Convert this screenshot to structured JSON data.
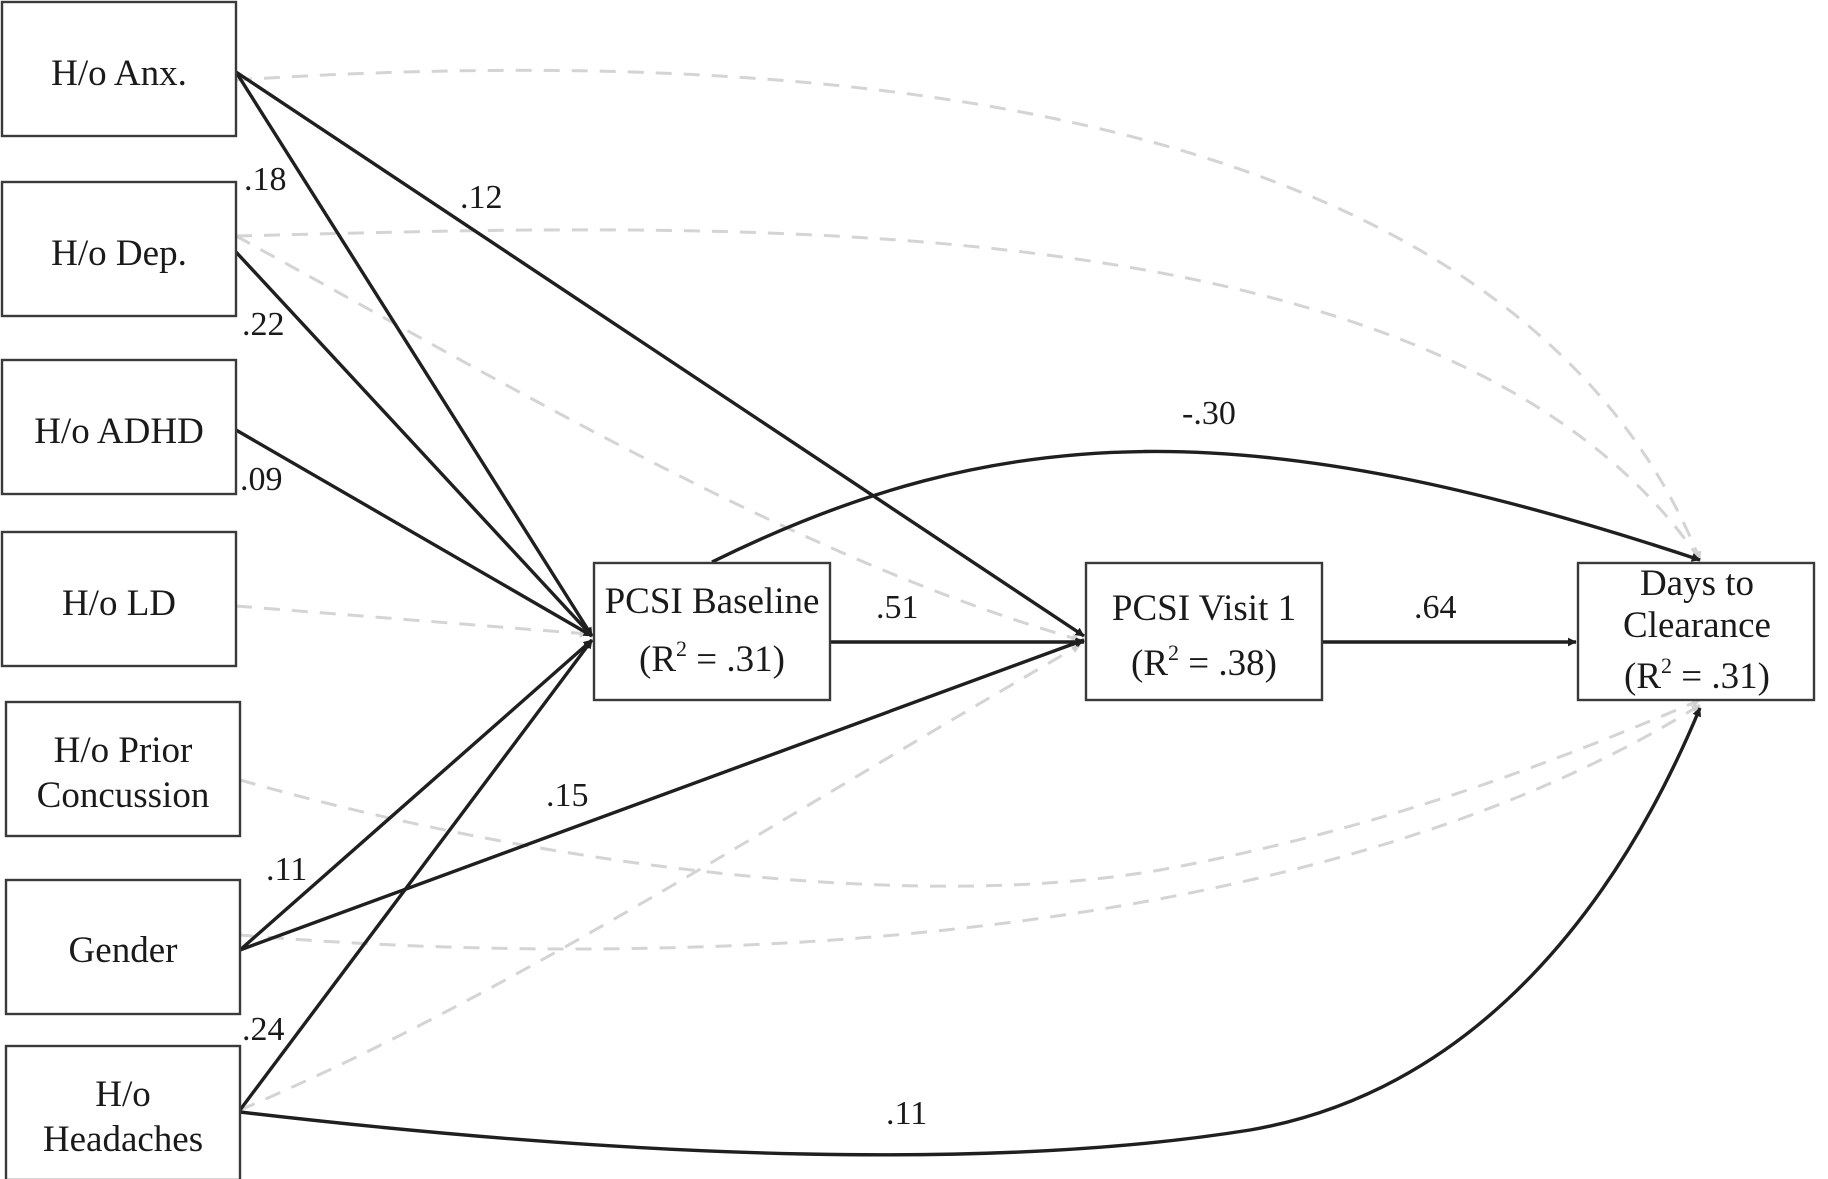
{
  "nodes": {
    "anx": {
      "lines": [
        "H/o Anx."
      ]
    },
    "dep": {
      "lines": [
        "H/o Dep."
      ]
    },
    "adhd": {
      "lines": [
        "H/o ADHD"
      ]
    },
    "ld": {
      "lines": [
        "H/o LD"
      ]
    },
    "prior": {
      "lines": [
        "H/o Prior",
        "Concussion"
      ]
    },
    "gender": {
      "lines": [
        "Gender"
      ]
    },
    "headaches": {
      "lines": [
        "H/o",
        "Headaches"
      ]
    },
    "baseline": {
      "lines": [
        "PCSI Baseline"
      ],
      "r2": "(R",
      "r2_sup": "2",
      "r2_rest": " = .31)"
    },
    "visit1": {
      "lines": [
        "PCSI Visit 1"
      ],
      "r2": "(R",
      "r2_sup": "2",
      "r2_rest": " = .38)"
    },
    "days": {
      "lines": [
        "Days to",
        "Clearance"
      ],
      "r2": "(R",
      "r2_sup": "2",
      "r2_rest": " = .31)"
    }
  },
  "coefficients": {
    "anx_baseline": ".18",
    "anx_visit1": ".12",
    "dep_baseline": ".22",
    "adhd_baseline": ".09",
    "baseline_days": "-.30",
    "baseline_visit1": ".51",
    "visit1_days": ".64",
    "gender_visit1": ".15",
    "gender_baseline": ".11",
    "headaches_baseline": ".24",
    "headaches_days": ".11"
  },
  "edge_styles": {
    "significant": "solid",
    "nonsignificant": "dashed"
  },
  "colors": {
    "significant_path": "#1f1f1f",
    "nonsignificant_path": "#d4d4d4",
    "box_stroke": "#3a3a3a",
    "text": "#1a1a1a"
  }
}
